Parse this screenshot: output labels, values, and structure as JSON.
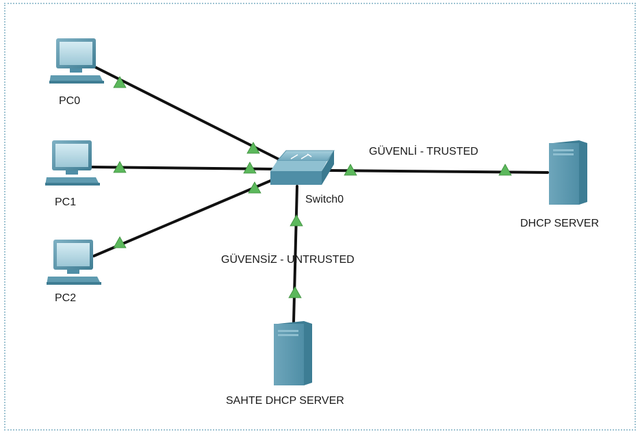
{
  "nodes": {
    "pc0": "PC0",
    "pc1": "PC1",
    "pc2": "PC2",
    "switch": "Switch0",
    "dhcp_server": "DHCP SERVER",
    "rogue_server": "SAHTE DHCP SERVER"
  },
  "links": {
    "trusted": "GÜVENLİ - TRUSTED",
    "untrusted": "GÜVENSİZ - UNTRUSTED"
  },
  "colors": {
    "link": "#111111",
    "link_status": "#5cb85c",
    "device": "#4f8fa6",
    "border": "#9ec3d2"
  }
}
